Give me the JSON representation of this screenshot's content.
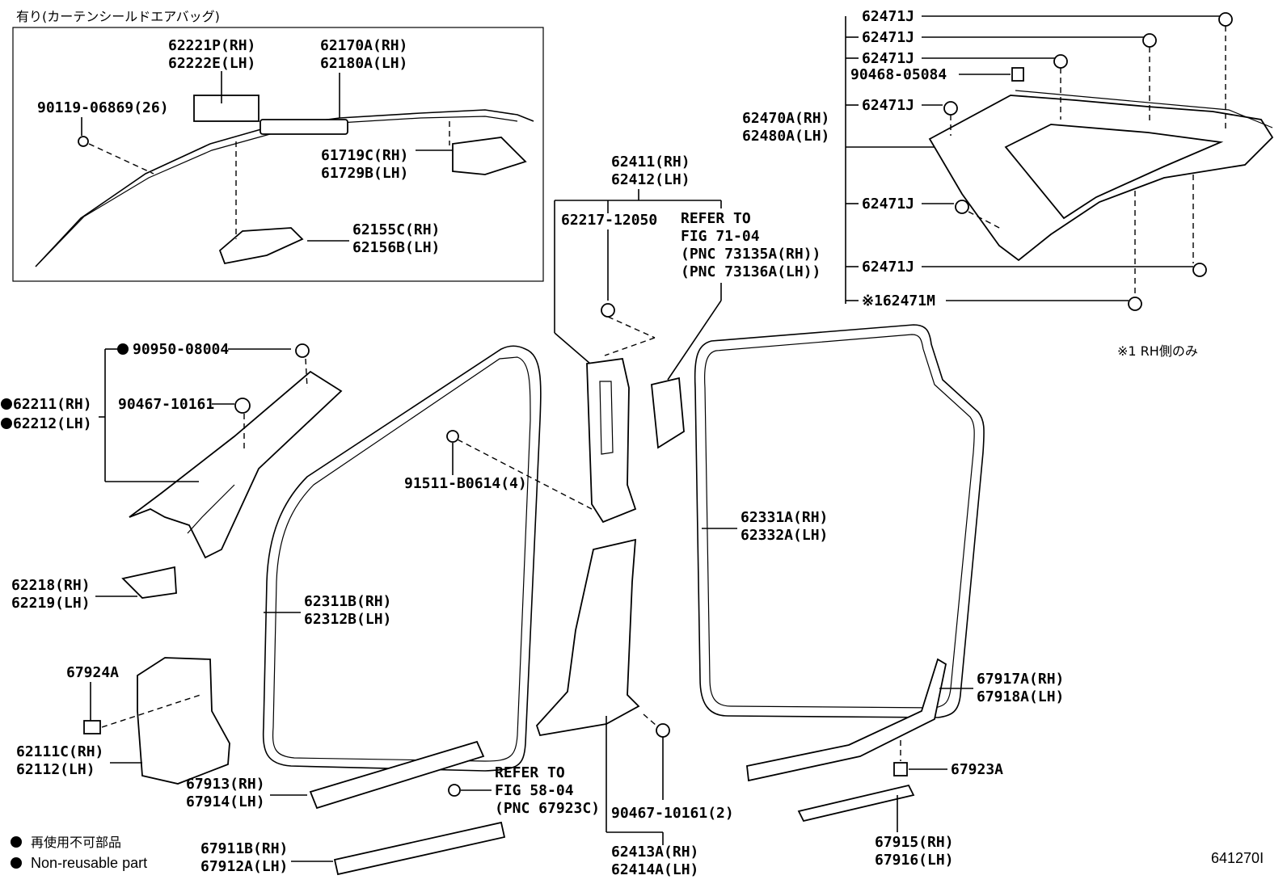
{
  "header": {
    "inset_title": "有り(カーテンシールドエアバッグ)"
  },
  "inset_labels": {
    "p62221": "62221P(RH)",
    "p62222": "62222E(LH)",
    "p62170": "62170A(RH)",
    "p62180": "62180A(LH)",
    "p90119": "90119-06869(26)",
    "p61719": "61719C(RH)",
    "p61729": "61729B(LH)",
    "p62155": "62155C(RH)",
    "p62156": "62156B(LH)"
  },
  "quarter_labels": {
    "j1": "62471J",
    "j2": "62471J",
    "j3": "62471J",
    "p90468": "90468-05084",
    "j4": "62471J",
    "p62470": "62470A(RH)",
    "p62480": "62480A(LH)",
    "j5": "62471J",
    "j6": "62471J",
    "m1": "※162471M",
    "note": "※1 RH側のみ"
  },
  "bpillar_labels": {
    "p62411": "62411(RH)",
    "p62412": "62412(LH)",
    "p62217": "62217-12050",
    "ref1": "REFER TO",
    "ref2": "FIG 71-04",
    "ref3": "(PNC 73135A(RH))",
    "ref4": "(PNC 73136A(LH))",
    "p91511": "91511-B0614(4)",
    "p62413": "62413A(RH)",
    "p62414": "62414A(LH)",
    "p90467b": "90467-10161(2)"
  },
  "left_labels": {
    "p90950": "90950-08004",
    "p90467": "90467-10161",
    "p62211": "62211(RH)",
    "p62212": "62212(LH)",
    "p62218": "62218(RH)",
    "p62219": "62219(LH)",
    "p62311": "62311B(RH)",
    "p62312": "62312B(LH)",
    "p67924": "67924A",
    "p62111": "62111C(RH)",
    "p62112": "62112(LH)",
    "p67913": "67913(RH)",
    "p67914": "67914(LH)",
    "p67911": "67911B(RH)",
    "p67912": "67912A(LH)",
    "ref5": "REFER TO",
    "ref6": "FIG 58-04",
    "ref7": "(PNC 67923C)"
  },
  "right_labels": {
    "p62331": "62331A(RH)",
    "p62332": "62332A(LH)",
    "p67917": "67917A(RH)",
    "p67918": "67918A(LH)",
    "p67923": "67923A",
    "p67915": "67915(RH)",
    "p67916": "67916(LH)"
  },
  "legend": {
    "jp": "再使用不可部品",
    "en": "Non-reusable part"
  },
  "figure_id": "641270I"
}
